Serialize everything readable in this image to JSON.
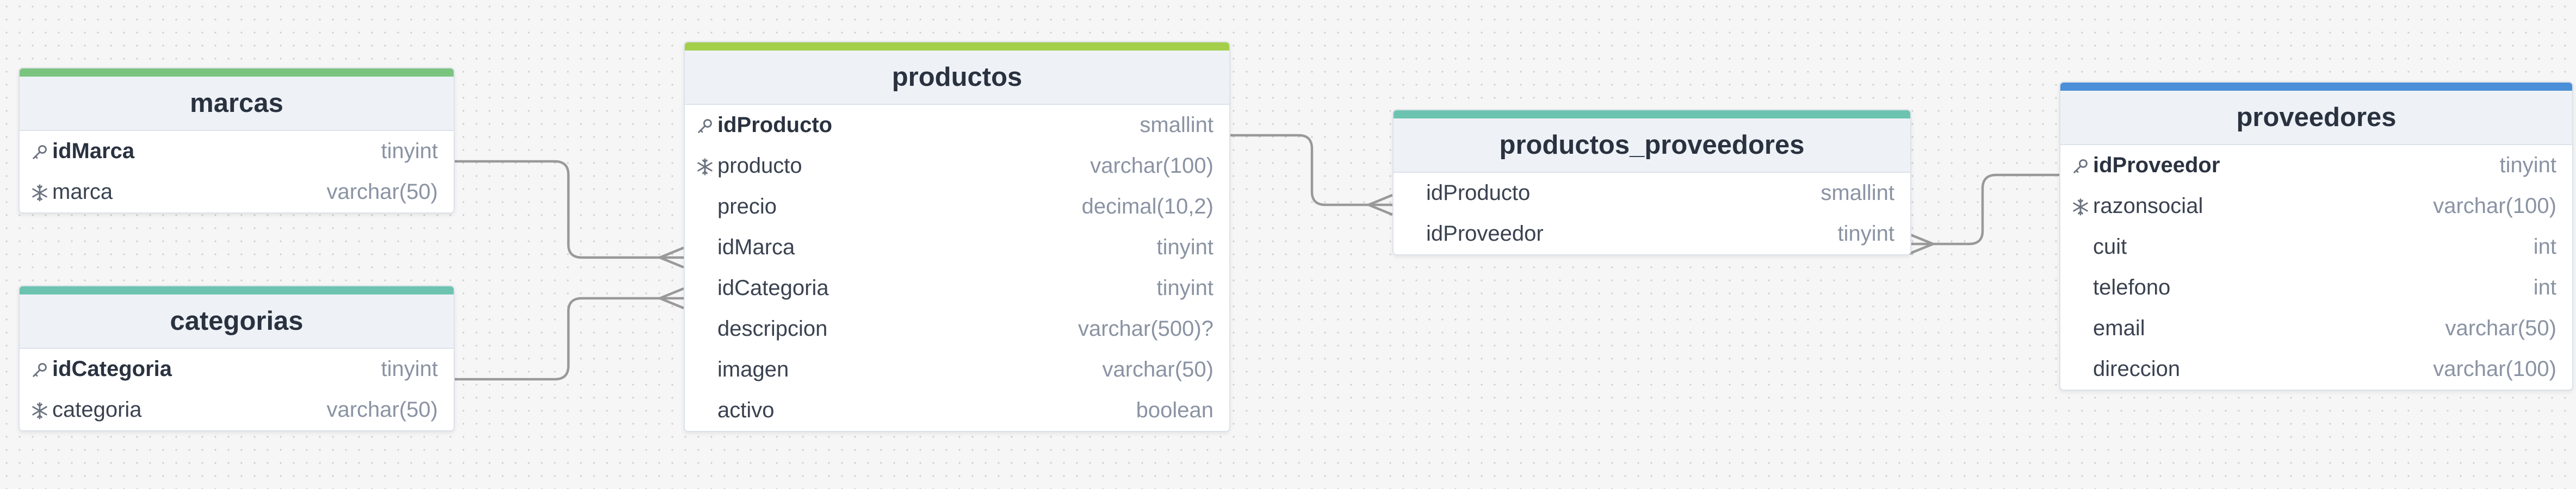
{
  "entities": {
    "marcas": {
      "title": "marcas",
      "accent": "#7bc47f",
      "fields": [
        {
          "name": "idMarca",
          "type": "tinyint",
          "key": "pk"
        },
        {
          "name": "marca",
          "type": "varchar(50)",
          "key": "unique"
        }
      ]
    },
    "categorias": {
      "title": "categorias",
      "accent": "#6cc3b0",
      "fields": [
        {
          "name": "idCategoria",
          "type": "tinyint",
          "key": "pk"
        },
        {
          "name": "categoria",
          "type": "varchar(50)",
          "key": "unique"
        }
      ]
    },
    "productos": {
      "title": "productos",
      "accent": "#a3cf4a",
      "fields": [
        {
          "name": "idProducto",
          "type": "smallint",
          "key": "pk"
        },
        {
          "name": "producto",
          "type": "varchar(100)",
          "key": "unique"
        },
        {
          "name": "precio",
          "type": "decimal(10,2)",
          "key": ""
        },
        {
          "name": "idMarca",
          "type": "tinyint",
          "key": ""
        },
        {
          "name": "idCategoria",
          "type": "tinyint",
          "key": ""
        },
        {
          "name": "descripcion",
          "type": "varchar(500)?",
          "key": ""
        },
        {
          "name": "imagen",
          "type": "varchar(50)",
          "key": ""
        },
        {
          "name": "activo",
          "type": "boolean",
          "key": ""
        }
      ]
    },
    "productos_proveedores": {
      "title": "productos_proveedores",
      "accent": "#6cc3b0",
      "fields": [
        {
          "name": "idProducto",
          "type": "smallint",
          "key": ""
        },
        {
          "name": "idProveedor",
          "type": "tinyint",
          "key": ""
        }
      ]
    },
    "proveedores": {
      "title": "proveedores",
      "accent": "#4a8fd8",
      "fields": [
        {
          "name": "idProveedor",
          "type": "tinyint",
          "key": "pk"
        },
        {
          "name": "razonsocial",
          "type": "varchar(100)",
          "key": "unique"
        },
        {
          "name": "cuit",
          "type": "int",
          "key": ""
        },
        {
          "name": "telefono",
          "type": "int",
          "key": ""
        },
        {
          "name": "email",
          "type": "varchar(50)",
          "key": ""
        },
        {
          "name": "direccion",
          "type": "varchar(100)",
          "key": ""
        }
      ]
    }
  },
  "relations": [
    {
      "from_entity": "marcas",
      "from_field": "idMarca",
      "to_entity": "productos",
      "to_field": "idMarca"
    },
    {
      "from_entity": "categorias",
      "from_field": "idCategoria",
      "to_entity": "productos",
      "to_field": "idCategoria"
    },
    {
      "from_entity": "productos",
      "from_field": "idProducto",
      "to_entity": "productos_proveedores",
      "to_field": "idProducto"
    },
    {
      "from_entity": "proveedores",
      "from_field": "idProveedor",
      "to_entity": "productos_proveedores",
      "to_field": "idProveedor"
    }
  ]
}
